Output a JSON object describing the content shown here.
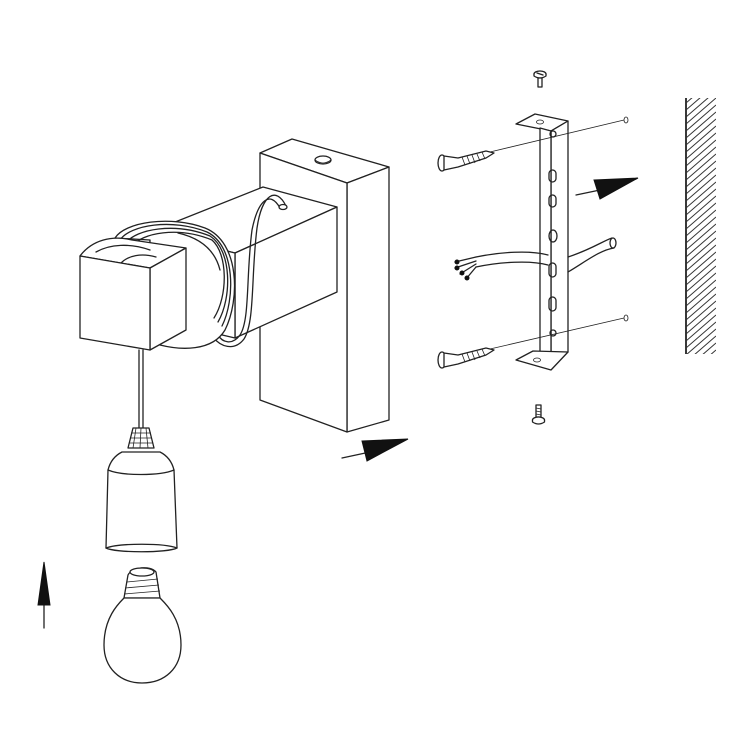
{
  "figure": {
    "kind": "exploded-assembly-drawing",
    "subject": "wall-lamp",
    "line_color": "#222222",
    "background": "#ffffff"
  },
  "parts": [
    {
      "name": "wall-surface",
      "icon": "hatched-wall"
    },
    {
      "name": "mounting-bracket",
      "icon": "slotted-bracket"
    },
    {
      "name": "bracket-top-screw",
      "icon": "screw-icon"
    },
    {
      "name": "bracket-bottom-screw",
      "icon": "screw-icon"
    },
    {
      "name": "wall-screw-upper",
      "icon": "wood-screw-icon"
    },
    {
      "name": "wall-screw-lower",
      "icon": "wood-screw-icon"
    },
    {
      "name": "supply-cable",
      "icon": "cable-icon"
    },
    {
      "name": "wall-plate",
      "icon": "block-icon"
    },
    {
      "name": "lamp-arm",
      "icon": "square-arm-icon"
    },
    {
      "name": "lamp-socket",
      "icon": "socket-icon"
    },
    {
      "name": "light-bulb",
      "icon": "bulb-icon"
    }
  ],
  "arrows": [
    {
      "name": "arrow-bracket-to-wall",
      "direction": "right"
    },
    {
      "name": "arrow-lamp-to-bracket",
      "direction": "right"
    },
    {
      "name": "arrow-bulb-into-socket",
      "direction": "up"
    }
  ]
}
